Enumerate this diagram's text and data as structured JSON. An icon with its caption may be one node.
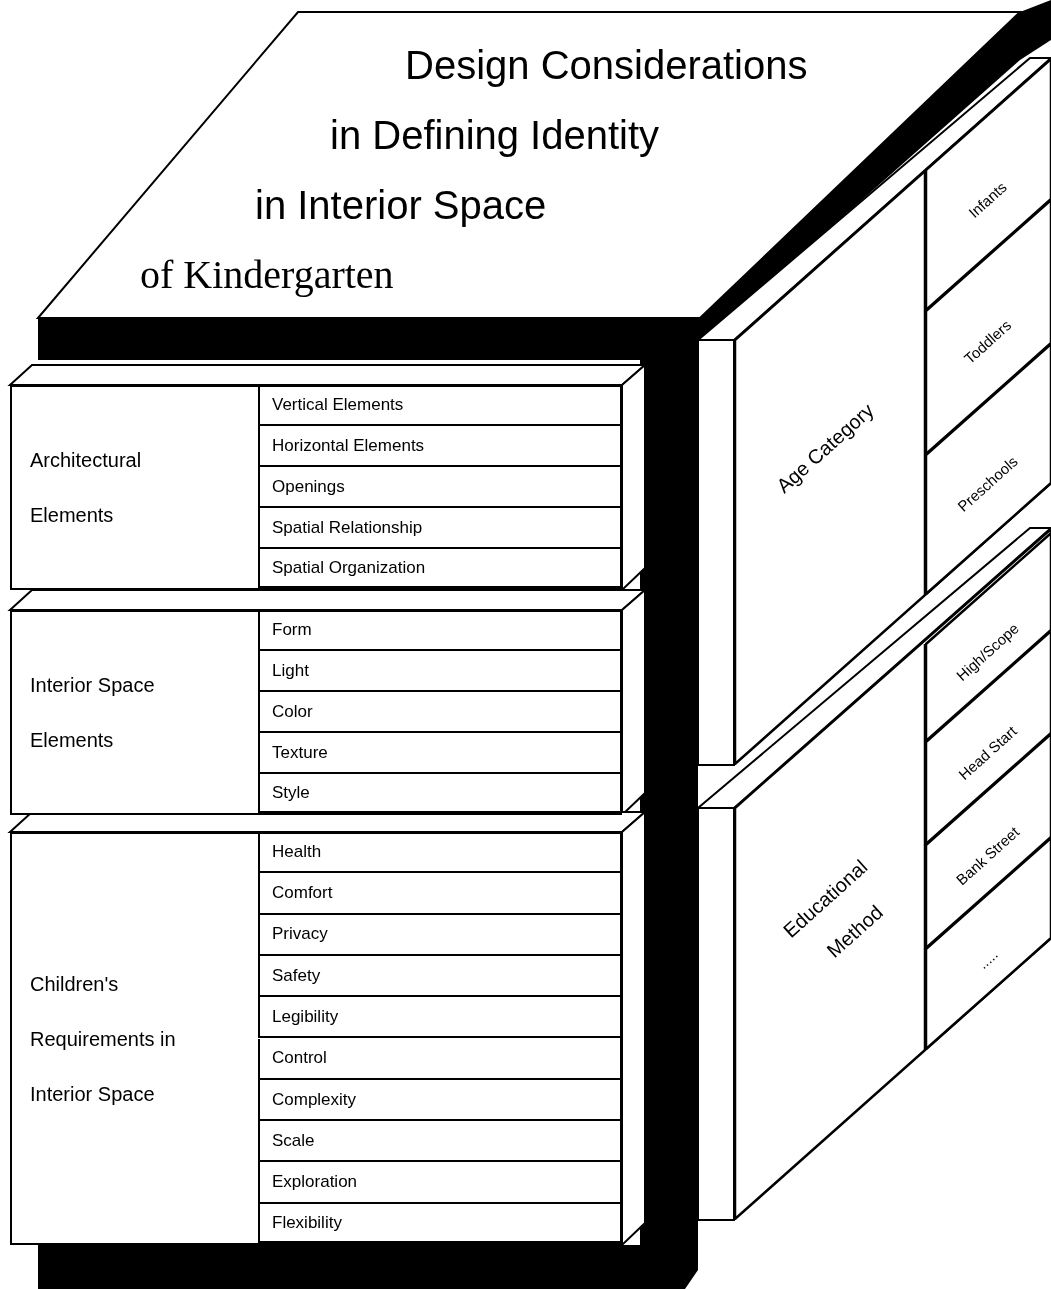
{
  "diagram": {
    "title": "Design Considerations in Defining Identity in Interior Space of Kindergarten",
    "nodes": [
      {
        "text": [
          "Architectural Elements"
        ]
      },
      {
        "text": [
          "Vertical Elements"
        ],
        "in": 0
      },
      {
        "text": [
          "Horizontal Elements"
        ],
        "in": 0
      },
      {
        "text": [
          "Openings"
        ],
        "in": 0
      },
      {
        "text": [
          "Spatial Relationship"
        ],
        "in": 0
      },
      {
        "text": [
          "Spatial Organization"
        ],
        "in": 0
      },
      {
        "text": [
          "Interior Space Elements"
        ]
      },
      {
        "text": [
          "Form"
        ],
        "in": 6
      },
      {
        "text": [
          "Light"
        ],
        "in": 6
      },
      {
        "text": [
          "Color"
        ],
        "in": 6
      },
      {
        "text": [
          "Texture"
        ],
        "in": 6
      },
      {
        "text": [
          "Style"
        ],
        "in": 6
      },
      {
        "text": [
          "Children's Requirements in Interior Space"
        ]
      },
      {
        "text": [
          "Health"
        ],
        "in": 12
      },
      {
        "text": [
          "Comfort"
        ],
        "in": 12
      },
      {
        "text": [
          "Privacy"
        ],
        "in": 12
      },
      {
        "text": [
          "Safety"
        ],
        "in": 12
      },
      {
        "text": [
          "Legibility"
        ],
        "in": 12
      },
      {
        "text": [
          "Control"
        ],
        "in": 12
      },
      {
        "text": [
          "Complexity"
        ],
        "in": 12
      },
      {
        "text": [
          "Scale"
        ],
        "in": 12
      },
      {
        "text": [
          "Exploration"
        ],
        "in": 12
      },
      {
        "text": [
          "Flexibility"
        ],
        "in": 12
      },
      {
        "text": [
          "Age Category"
        ]
      },
      {
        "text": [
          "Infants"
        ],
        "in": 23
      },
      {
        "text": [
          "Toddlers"
        ],
        "in": 23
      },
      {
        "text": [
          "Preschools"
        ],
        "in": 23
      },
      {
        "text": [
          "Educational Method"
        ]
      },
      {
        "text": [
          "High/Scope"
        ],
        "in": 27
      },
      {
        "text": [
          "Head Start"
        ],
        "in": 27
      },
      {
        "text": [
          "Bank Street"
        ],
        "in": 27
      },
      {
        "text": [
          "....."
        ],
        "in": 27
      }
    ]
  }
}
